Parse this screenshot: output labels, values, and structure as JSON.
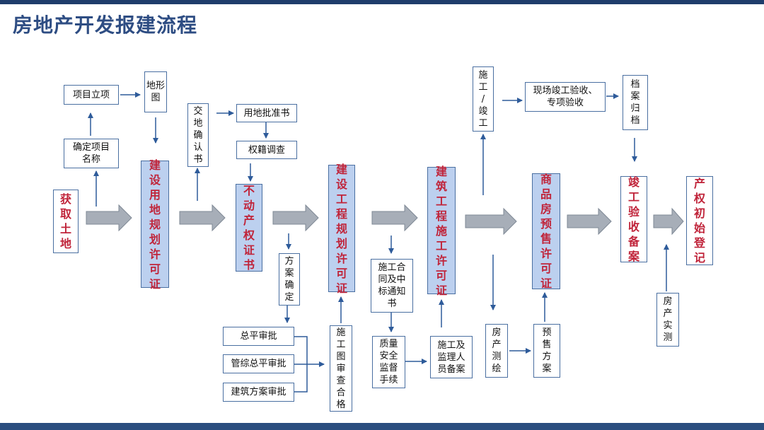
{
  "title": "房地产开发报建流程",
  "colors": {
    "title": "#2e4d83",
    "main_text": "#c0243a",
    "highlight_fill": "#bcd0ef",
    "border": "#4a6fa1",
    "arrow": "#9ea8b5"
  },
  "nodes": {
    "xiangmu_lixiang": "项目立项",
    "dixingtu": "地形图",
    "queding_mingcheng": "确定项目\n名称",
    "huoqu_tudi": "获\n取\n土\n地",
    "guihua_xuke": "建\n设\n用\n地\n规\n划\n许\n可\n证",
    "jiaodi_queren": "交\n地\n确\n认\n书",
    "yongdi_pizhun": "用地批准书",
    "quanji_diaocha": "权籍调查",
    "budongchan": "不\n动\n产\n权\n证\n书",
    "fangan_queding": "方\n案\n确\n定",
    "zongping": "总平审批",
    "guanzong": "管综总平审批",
    "jianzhu_fangan": "建筑方案审批",
    "gongcheng_guihua": "建\n设\n工\n程\n规\n划\n许\n可\n证",
    "tushen": "施\n工\n图\n审\n查\n合\n格",
    "shigong_hetong": "施工合\n同及中\n标通知\n书",
    "zhiliang_anquan": "质量\n安全\n监督\n手续",
    "shigong_xuke": "建\n筑\n工\n程\n施\n工\n许\n可\n证",
    "jianli_beian": "施工及\n监理人\n员备案",
    "shigong_jungong": "施\n工\n/\n竣\n工",
    "xianchang_yanshou": "现场竣工验收、\n专项验收",
    "dangan": "档\n案\n归\n档",
    "shangpinfang": "商\n品\n房\n预\n售\n许\n可\n证",
    "fangchan_cehui": "房\n产\n测\n绘",
    "yushou_fangan": "预\n售\n方\n案",
    "jungong_beian": "竣\n工\n验\n收\n备\n案",
    "fangchan_shice": "房\n产\n实\n测",
    "chanquan_dengji": "产\n权\n初\n始\n登\n记"
  }
}
